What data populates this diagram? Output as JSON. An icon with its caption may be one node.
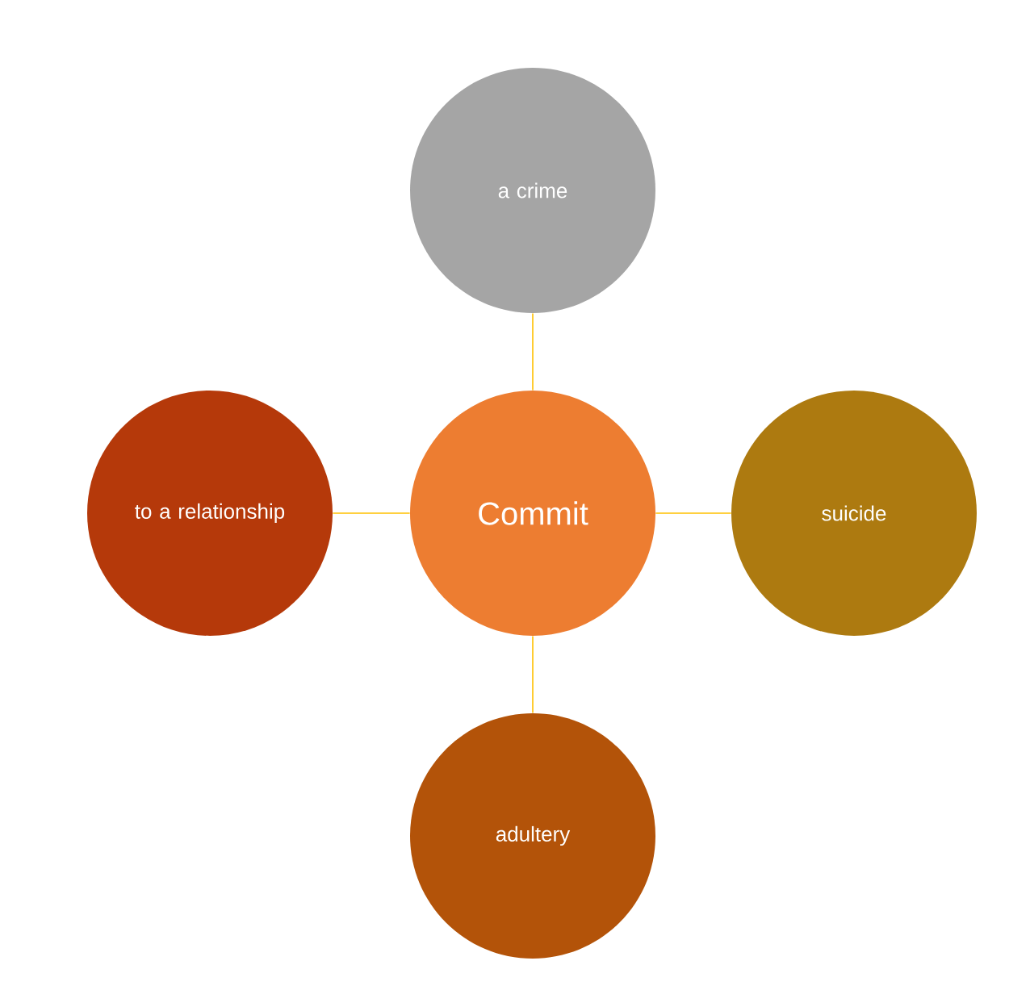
{
  "diagram": {
    "nodes": [
      {
        "text": [
          "Commit"
        ]
      },
      {
        "text": [
          "a crime"
        ]
      },
      {
        "text": [
          "to a relationship"
        ]
      },
      {
        "text": [
          "suicide"
        ]
      },
      {
        "text": [
          "adultery"
        ]
      }
    ],
    "edges": [
      {
        "from": 0,
        "to": 1,
        "arrow": "none"
      },
      {
        "from": 0,
        "to": 2,
        "arrow": "none"
      },
      {
        "from": 0,
        "to": 3,
        "arrow": "none"
      },
      {
        "from": 0,
        "to": 4,
        "arrow": "none"
      }
    ]
  }
}
